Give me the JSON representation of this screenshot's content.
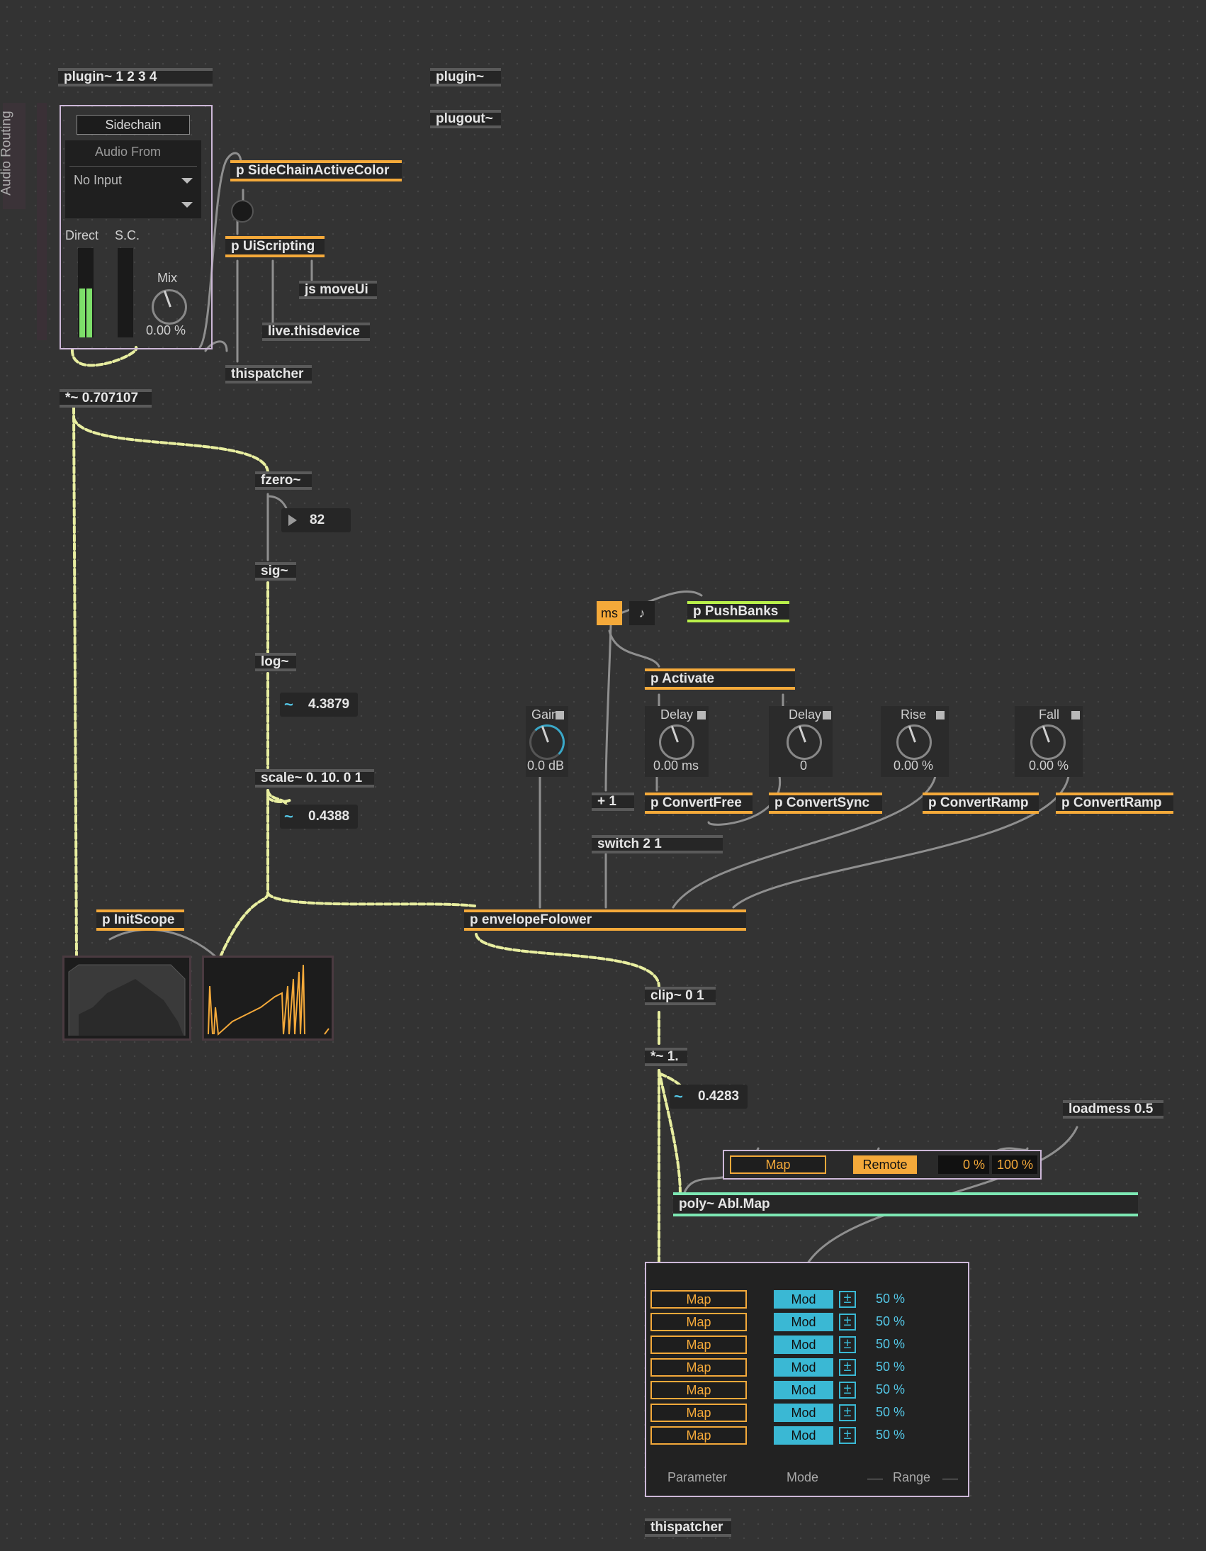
{
  "objects": {
    "plugin_1234": "plugin~ 1 2 3 4",
    "plugin": "plugin~",
    "plugout": "plugout~",
    "sidechain_active_color": "p SideChainActiveColor",
    "ui_scripting": "p UiScripting",
    "js_move_ui": "js moveUi",
    "live_thisdevice": "live.thisdevice",
    "thispatcher_top": "thispatcher",
    "mult_0707": "*~ 0.707107",
    "fzero": "fzero~",
    "sig": "sig~",
    "log": "log~",
    "scale": "scale~ 0. 10. 0 1",
    "init_scope": "p InitScope",
    "envelope_folower": "p envelopeFolower",
    "clip": "clip~ 0 1",
    "mult_1": "*~ 1.",
    "loadmess": "loadmess 0.5",
    "poly_abl_map": "poly~ Abl.Map",
    "thispatcher_bottom": "thispatcher",
    "push_banks": "p PushBanks",
    "activate": "p Activate",
    "plus_1": "+ 1",
    "convert_free": "p ConvertFree",
    "convert_sync": "p ConvertSync",
    "convert_ramp_1": "p ConvertRamp",
    "convert_ramp_2": "p ConvertRamp",
    "switch": "switch 2 1"
  },
  "numbers": {
    "fzero_out": "82",
    "log_out": "4.3879",
    "scale_out": "0.4388",
    "mult_out": "0.4283"
  },
  "audio_routing": {
    "tab_label": "Audio Routing",
    "sidechain_button": "Sidechain",
    "audio_from_label": "Audio From",
    "audio_from_value": "No Input",
    "direct_label": "Direct",
    "sc_label": "S.C.",
    "mix_label": "Mix",
    "mix_value": "0.00 %",
    "direct_meter_level": 0.55,
    "sc_meter_level": 0.0
  },
  "toggles": {
    "ms_label": "ms",
    "note_label": "♪"
  },
  "dials": [
    {
      "label": "Gain",
      "value": "0.0 dB"
    },
    {
      "label": "Delay",
      "value": "0.00 ms"
    },
    {
      "label": "Delay",
      "value": "0"
    },
    {
      "label": "Rise",
      "value": "0.00 %"
    },
    {
      "label": "Fall",
      "value": "0.00 %"
    }
  ],
  "map_strip": {
    "map_label": "Map",
    "remote_label": "Remote",
    "min_value": "0 %",
    "max_value": "100 %"
  },
  "map_panel": {
    "rows": [
      {
        "map": "Map",
        "mode": "Mod",
        "pm": "±",
        "range": "50 %"
      },
      {
        "map": "Map",
        "mode": "Mod",
        "pm": "±",
        "range": "50 %"
      },
      {
        "map": "Map",
        "mode": "Mod",
        "pm": "±",
        "range": "50 %"
      },
      {
        "map": "Map",
        "mode": "Mod",
        "pm": "±",
        "range": "50 %"
      },
      {
        "map": "Map",
        "mode": "Mod",
        "pm": "±",
        "range": "50 %"
      },
      {
        "map": "Map",
        "mode": "Mod",
        "pm": "±",
        "range": "50 %"
      },
      {
        "map": "Map",
        "mode": "Mod",
        "pm": "±",
        "range": "50 %"
      }
    ],
    "header_parameter": "Parameter",
    "header_mode": "Mode",
    "header_range": "Range"
  },
  "colors": {
    "accent_orange": "#f4a93a",
    "accent_green": "#b9f04a",
    "accent_mint": "#7de8b4",
    "accent_cyan": "#3ab8d4",
    "signal_wire": "#e8eea0",
    "control_wire": "#9a9a9a"
  }
}
